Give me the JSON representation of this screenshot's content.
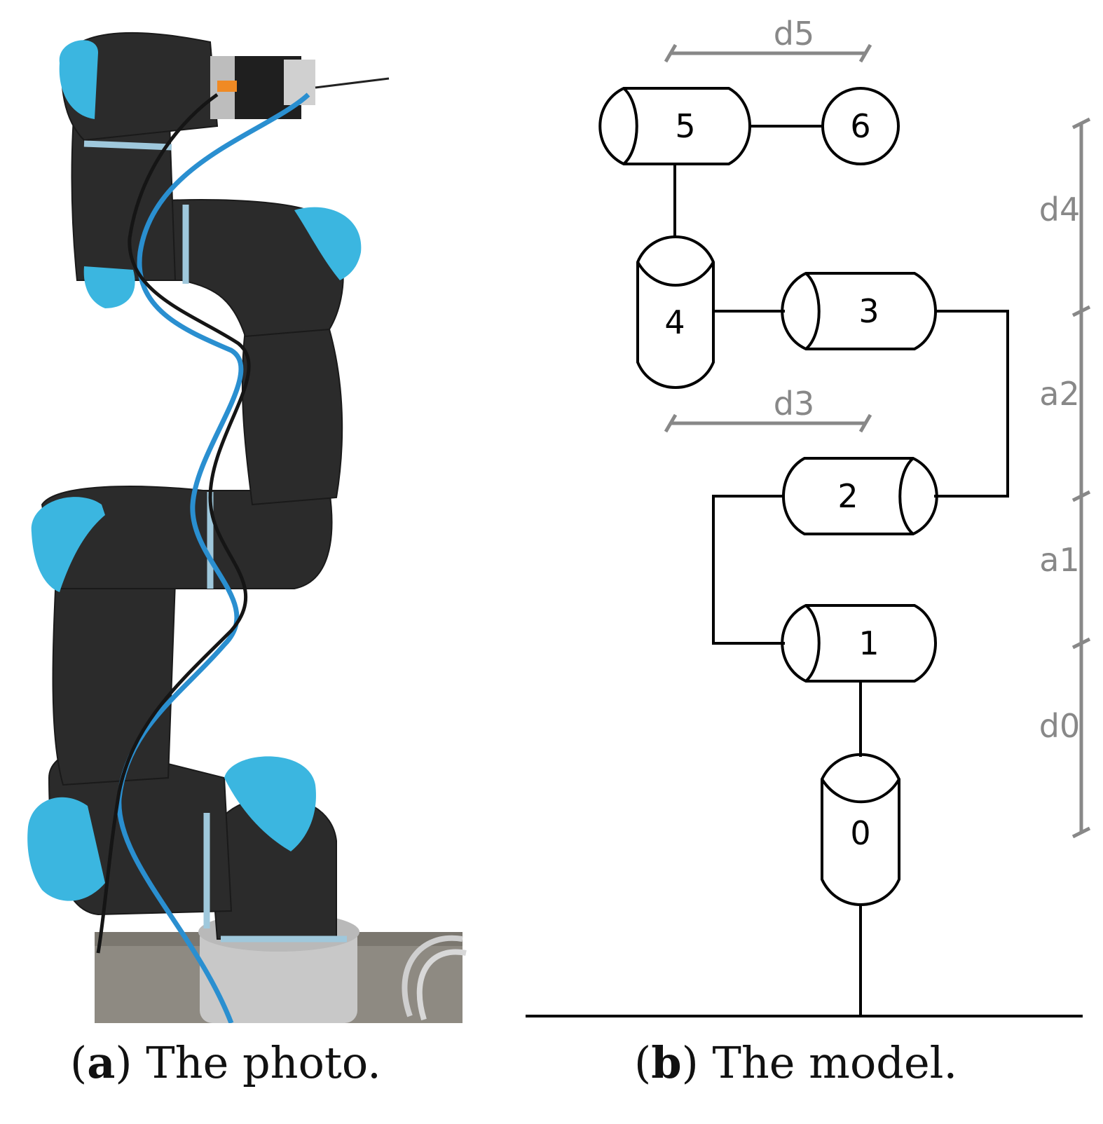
{
  "captions": {
    "a_letter": "a",
    "a_text": " The photo.",
    "b_letter": "b",
    "b_text": " The model."
  },
  "joints": [
    "0",
    "1",
    "2",
    "3",
    "4",
    "5",
    "6"
  ],
  "dimensions": {
    "d5": "d5",
    "d3": "d3",
    "d4": "d4",
    "a2": "a2",
    "a1": "a1",
    "d0": "d0"
  },
  "colors": {
    "robot_body": "#2b2b2b",
    "robot_caps": "#3bb6e0",
    "cable_blue": "#2a8fd0",
    "dimension_gray": "#888888",
    "base_plate": "#8e8a82"
  }
}
